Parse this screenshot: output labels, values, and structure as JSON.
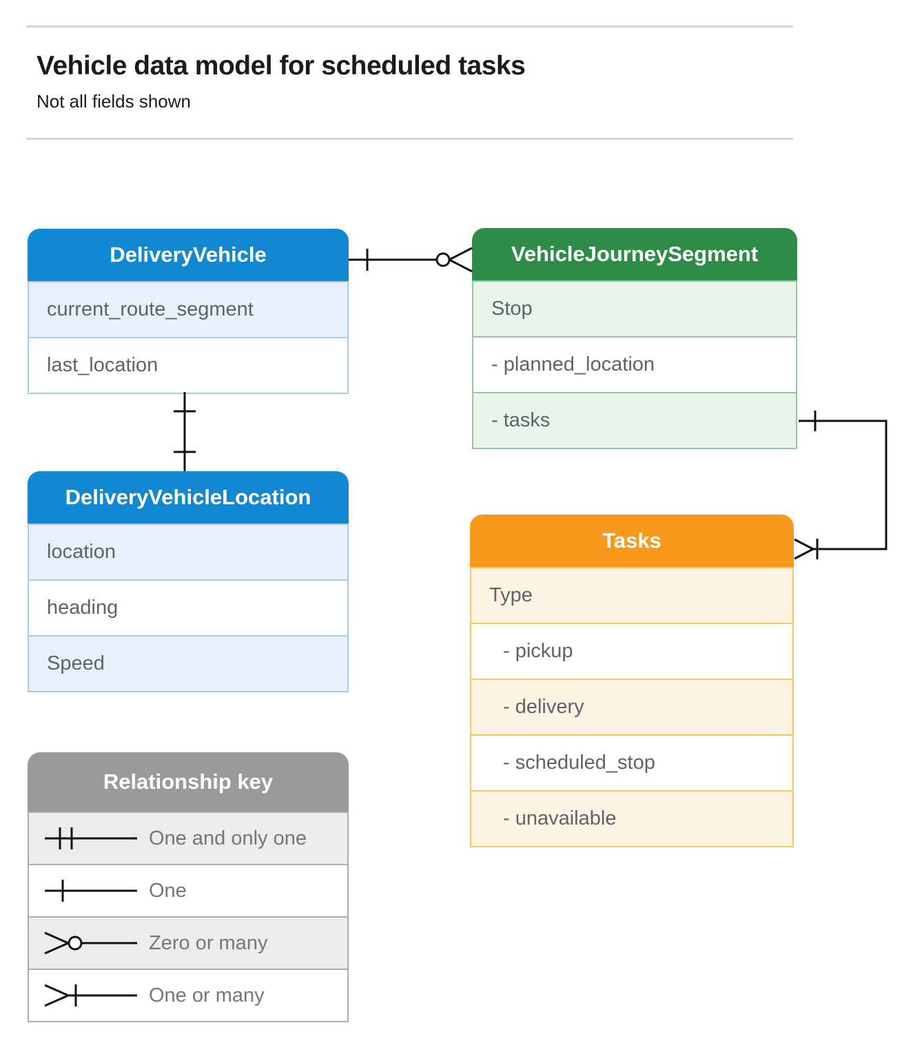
{
  "header": {
    "title": "Vehicle data model for scheduled tasks",
    "subtitle": "Not all fields shown"
  },
  "entities": {
    "delivery_vehicle": {
      "title": "DeliveryVehicle",
      "rows": [
        "current_route_segment",
        "last_location"
      ]
    },
    "vehicle_journey_segment": {
      "title": "VehicleJourneySegment",
      "rows": [
        "Stop",
        "- planned_location",
        "- tasks"
      ]
    },
    "delivery_vehicle_location": {
      "title": "DeliveryVehicleLocation",
      "rows": [
        "location",
        "heading",
        "Speed"
      ]
    },
    "tasks": {
      "title": "Tasks",
      "rows": [
        "Type",
        "- pickup",
        "- delivery",
        "- scheduled_stop",
        "- unavailable"
      ]
    }
  },
  "legend": {
    "title": "Relationship key",
    "items": [
      {
        "symbol": "one-and-only-one",
        "label": "One and only one"
      },
      {
        "symbol": "one",
        "label": "One"
      },
      {
        "symbol": "zero-or-many",
        "label": "Zero or many"
      },
      {
        "symbol": "one-or-many",
        "label": "One or many"
      }
    ]
  },
  "relationships": [
    {
      "from": "DeliveryVehicle",
      "from_cardinality": "one",
      "to": "VehicleJourneySegment",
      "to_cardinality": "zero-or-many"
    },
    {
      "from": "DeliveryVehicle",
      "from_cardinality": "one",
      "to": "DeliveryVehicleLocation",
      "to_cardinality": "one"
    },
    {
      "from": "VehicleJourneySegment.tasks",
      "from_cardinality": "one",
      "to": "Tasks",
      "to_cardinality": "one-or-many"
    }
  ],
  "colors": {
    "blue_header": "#1287d2",
    "blue_tint": "#e8f1fb",
    "blue_border": "#a4cdf2",
    "green_header": "#2f8c48",
    "green_tint": "#e9f4ec",
    "green_border": "#93c7a2",
    "orange_header": "#f8991e",
    "orange_tint": "#fdf3e3",
    "orange_border": "#f7c561",
    "gray_header": "#9a9a9a",
    "gray_tint": "#ececec",
    "gray_border": "#ababab",
    "connector": "#111111"
  }
}
